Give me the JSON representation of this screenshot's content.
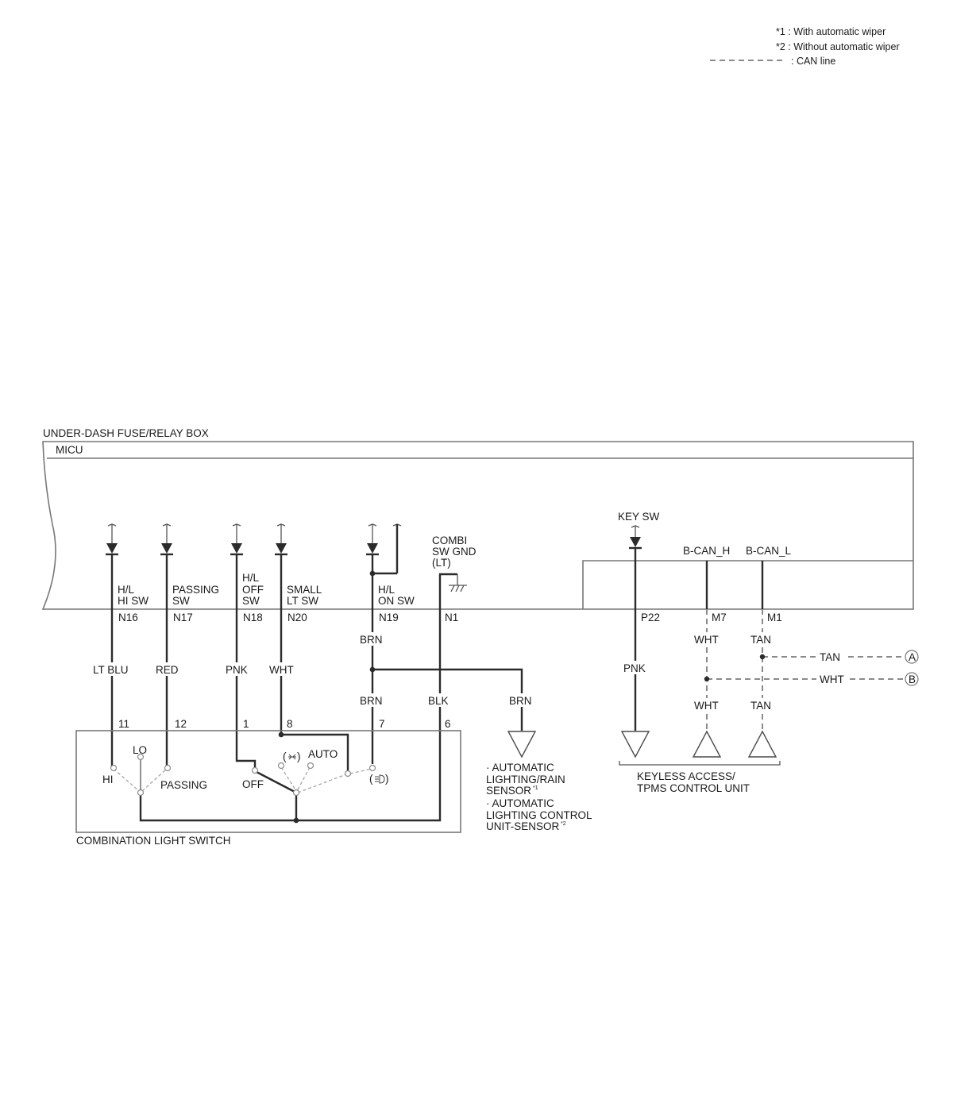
{
  "legend": {
    "note1": "*1 : With automatic wiper",
    "note2": "*2 : Without automatic wiper",
    "can_line": ": CAN line"
  },
  "fuse_box": {
    "title": "UNDER-DASH FUSE/RELAY BOX",
    "micu": "MICU"
  },
  "circuits": [
    {
      "id": "hl-hi-sw",
      "name_lines": [
        "H/L",
        "HI SW"
      ],
      "terminal": "N16",
      "wire": "LT BLU",
      "pin": "11"
    },
    {
      "id": "passing-sw",
      "name_lines": [
        "PASSING",
        "SW"
      ],
      "terminal": "N17",
      "wire": "RED",
      "pin": "12"
    },
    {
      "id": "hl-off-sw",
      "name_lines": [
        "H/L",
        "OFF",
        "SW"
      ],
      "terminal": "N18",
      "wire": "PNK",
      "pin": "1"
    },
    {
      "id": "small-lt-sw",
      "name_lines": [
        "SMALL",
        "LT SW"
      ],
      "terminal": "N20",
      "wire": "WHT",
      "pin": "8"
    },
    {
      "id": "hl-on-sw",
      "name_lines": [
        "H/L",
        "ON SW"
      ],
      "terminal": "N19",
      "wire_upper": "BRN",
      "wire": "BRN",
      "pin": "7"
    },
    {
      "id": "combi-sw-gnd",
      "name_lines": [
        "COMBI",
        "SW GND",
        "(LT)"
      ],
      "terminal": "N1",
      "wire": "BLK",
      "pin": "6"
    }
  ],
  "sensor_branch": {
    "wire": "BRN",
    "item1": "· AUTOMATIC",
    "item1b": "LIGHTING/RAIN",
    "item1c": "SENSOR",
    "item1_sup": "*1",
    "item2": "· AUTOMATIC",
    "item2b": "LIGHTING CONTROL",
    "item2c": "UNIT-SENSOR",
    "item2_sup": "*2"
  },
  "keyless": {
    "key_sw": "KEY SW",
    "key_terminal": "P22",
    "key_wire": "PNK",
    "can_h": "B-CAN_H",
    "can_h_terminal": "M7",
    "can_h_wire": "WHT",
    "can_h_wire_lower": "WHT",
    "can_l": "B-CAN_L",
    "can_l_terminal": "M1",
    "can_l_wire": "TAN",
    "can_l_wire_lower": "TAN",
    "tan_label": "TAN",
    "wht_label": "WHT",
    "conn_a": "A",
    "conn_b": "B",
    "unit_line1": "KEYLESS ACCESS/",
    "unit_line2": "TPMS CONTROL UNIT"
  },
  "switch": {
    "title": "COMBINATION LIGHT SWITCH",
    "hi": "HI",
    "lo": "LO",
    "passing": "PASSING",
    "off": "OFF",
    "auto": "AUTO",
    "small_icon": "small-lights-icon",
    "headlight_icon": "headlight-icon"
  },
  "colors": {
    "wire": "#2b2b2b",
    "dashed_can": "#8a8a8a",
    "box_outline": "#777777"
  }
}
